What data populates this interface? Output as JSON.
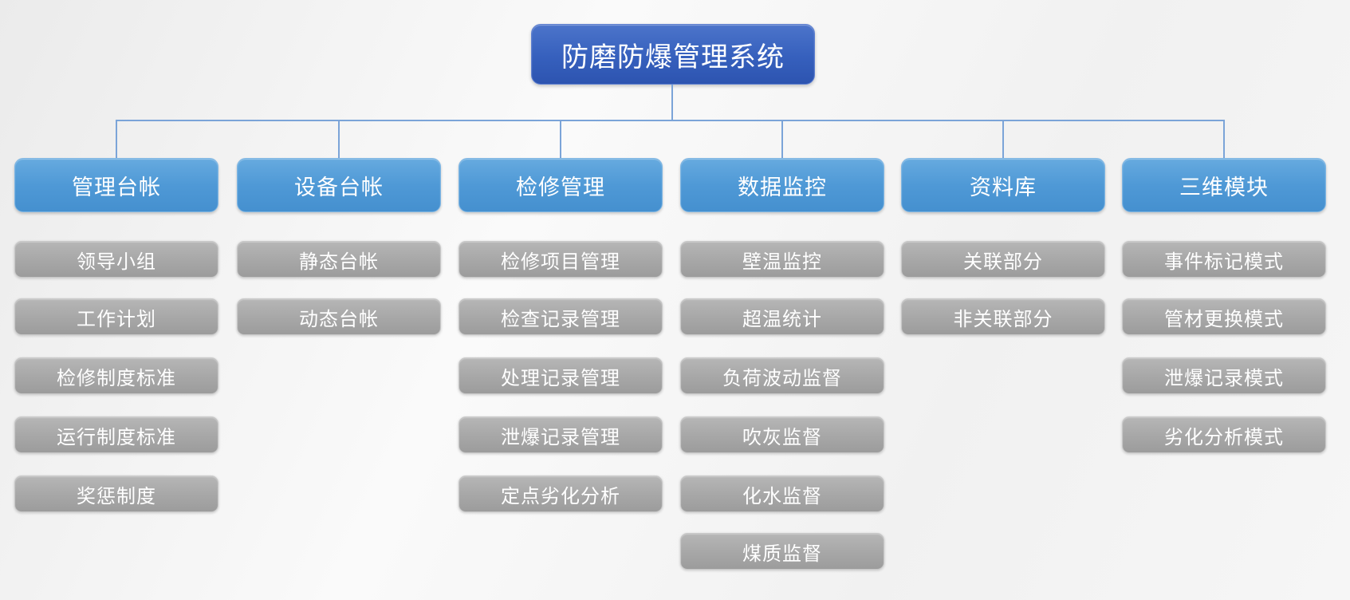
{
  "root": {
    "label": "防磨防爆管理系统"
  },
  "columns": [
    {
      "header": "管理台帐",
      "items": [
        "领导小组",
        "工作计划",
        "检修制度标准",
        "运行制度标准",
        "奖惩制度"
      ]
    },
    {
      "header": "设备台帐",
      "items": [
        "静态台帐",
        "动态台帐"
      ]
    },
    {
      "header": "检修管理",
      "items": [
        "检修项目管理",
        "检查记录管理",
        "处理记录管理",
        "泄爆记录管理",
        "定点劣化分析"
      ]
    },
    {
      "header": "数据监控",
      "items": [
        "壁温监控",
        "超温统计",
        "负荷波动监督",
        "吹灰监督",
        "化水监督",
        "煤质监督"
      ]
    },
    {
      "header": "资料库",
      "items": [
        "关联部分",
        "非关联部分"
      ]
    },
    {
      "header": "三维模块",
      "items": [
        "事件标记模式",
        "管材更换模式",
        "泄爆记录模式",
        "劣化分析模式"
      ]
    }
  ],
  "colors": {
    "root_box": "#3660bd",
    "branch_box": "#4f99d6",
    "leaf_box": "#a8a8a8",
    "connector": "#7ba4d8",
    "text": "#ffffff",
    "background": "#f4f4f4"
  }
}
